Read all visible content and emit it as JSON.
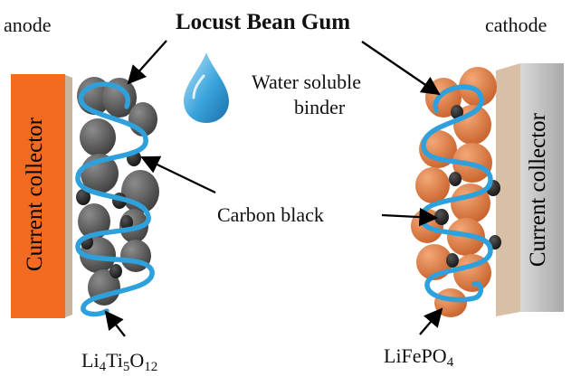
{
  "labels": {
    "title": "Locust Bean Gum",
    "anode": "anode",
    "cathode": "cathode",
    "binder_line1": "Water soluble",
    "binder_line2": "binder",
    "carbon": "Carbon black",
    "collector_left": "Current collector",
    "collector_right": "Current collector",
    "lto": {
      "base1": "Li",
      "sub1": "4",
      "base2": "Ti",
      "sub2": "5",
      "base3": "O",
      "sub3": "12"
    },
    "lfp": {
      "base": "LiFePO",
      "sub": "4"
    }
  },
  "colors": {
    "collector_anode": "#f26b21",
    "collector_anode_side": "#c9b39c",
    "collector_cathode": "#c0c0c0",
    "collector_cathode_side": "#d7c0a6",
    "lto_particle": "#5a5a5a",
    "lfp_particle": "#e0804a",
    "carbon_black": "#1c1c1c",
    "binder": "#2ea1dc",
    "drop": "#3aa3dc",
    "arrow": "#000000"
  },
  "icons": {
    "drop": "water-drop-icon"
  }
}
